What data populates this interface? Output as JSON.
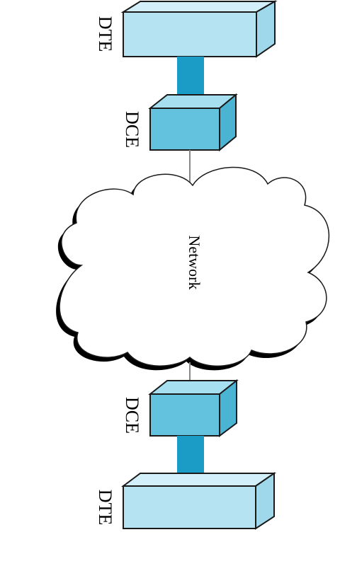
{
  "diagram": {
    "top_dte_label": "DTE",
    "top_dce_label": "DCE",
    "network_label": "Network",
    "bottom_dce_label": "DCE",
    "bottom_dte_label": "DTE"
  },
  "colors": {
    "box_front": "#b5e3f2",
    "box_top": "#d3f0fa",
    "box_side": "#9fd8ea",
    "dce_front": "#63c3df",
    "dce_top": "#a6dff0",
    "dce_side": "#4cb4d3",
    "cable": "#1a9cc7",
    "line": "#888888",
    "outline": "#1a1a1a"
  }
}
